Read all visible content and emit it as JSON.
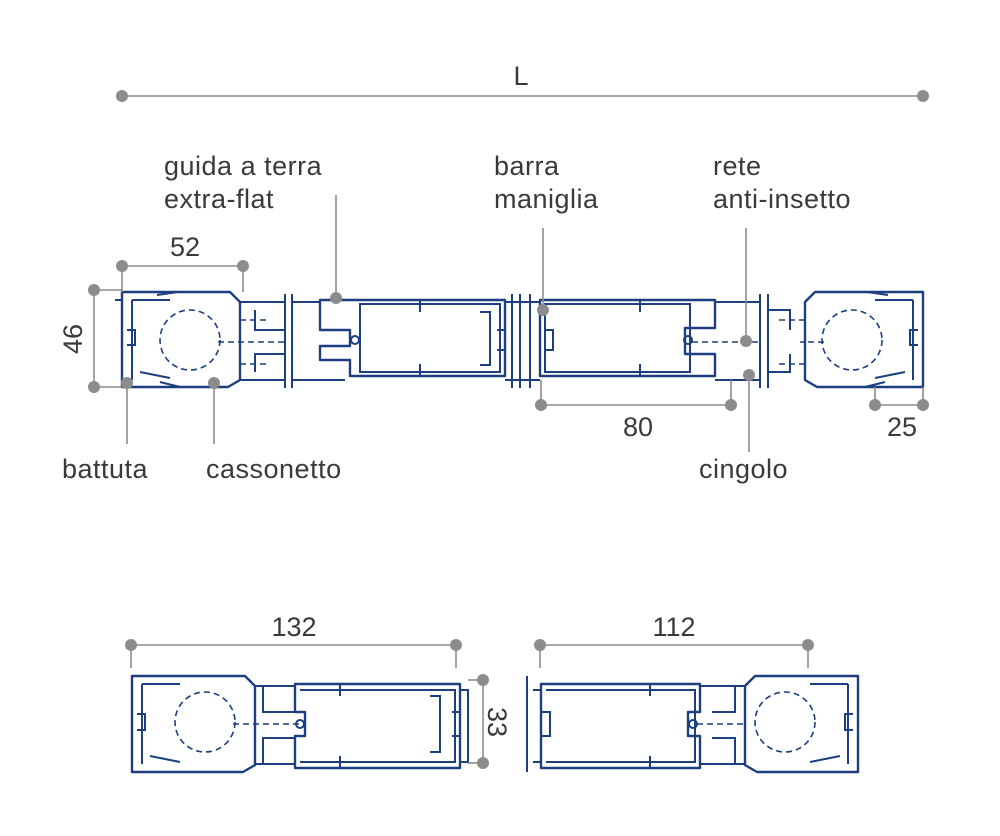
{
  "labels": {
    "length": "L",
    "guida_line1": "guida a terra",
    "guida_line2": "extra-flat",
    "barra_line1": "barra",
    "barra_line2": "maniglia",
    "rete_line1": "rete",
    "rete_line2": "anti-insetto",
    "battuta": "battuta",
    "cassonetto": "cassonetto",
    "cingolo": "cingolo"
  },
  "dimensions": {
    "d52": "52",
    "d46": "46",
    "d80": "80",
    "d25": "25",
    "d132": "132",
    "d112": "112",
    "d33": "33"
  },
  "colors": {
    "profile": "#1d3f7f",
    "dimension": "#8c8c8c",
    "text": "#3a3a3a"
  }
}
